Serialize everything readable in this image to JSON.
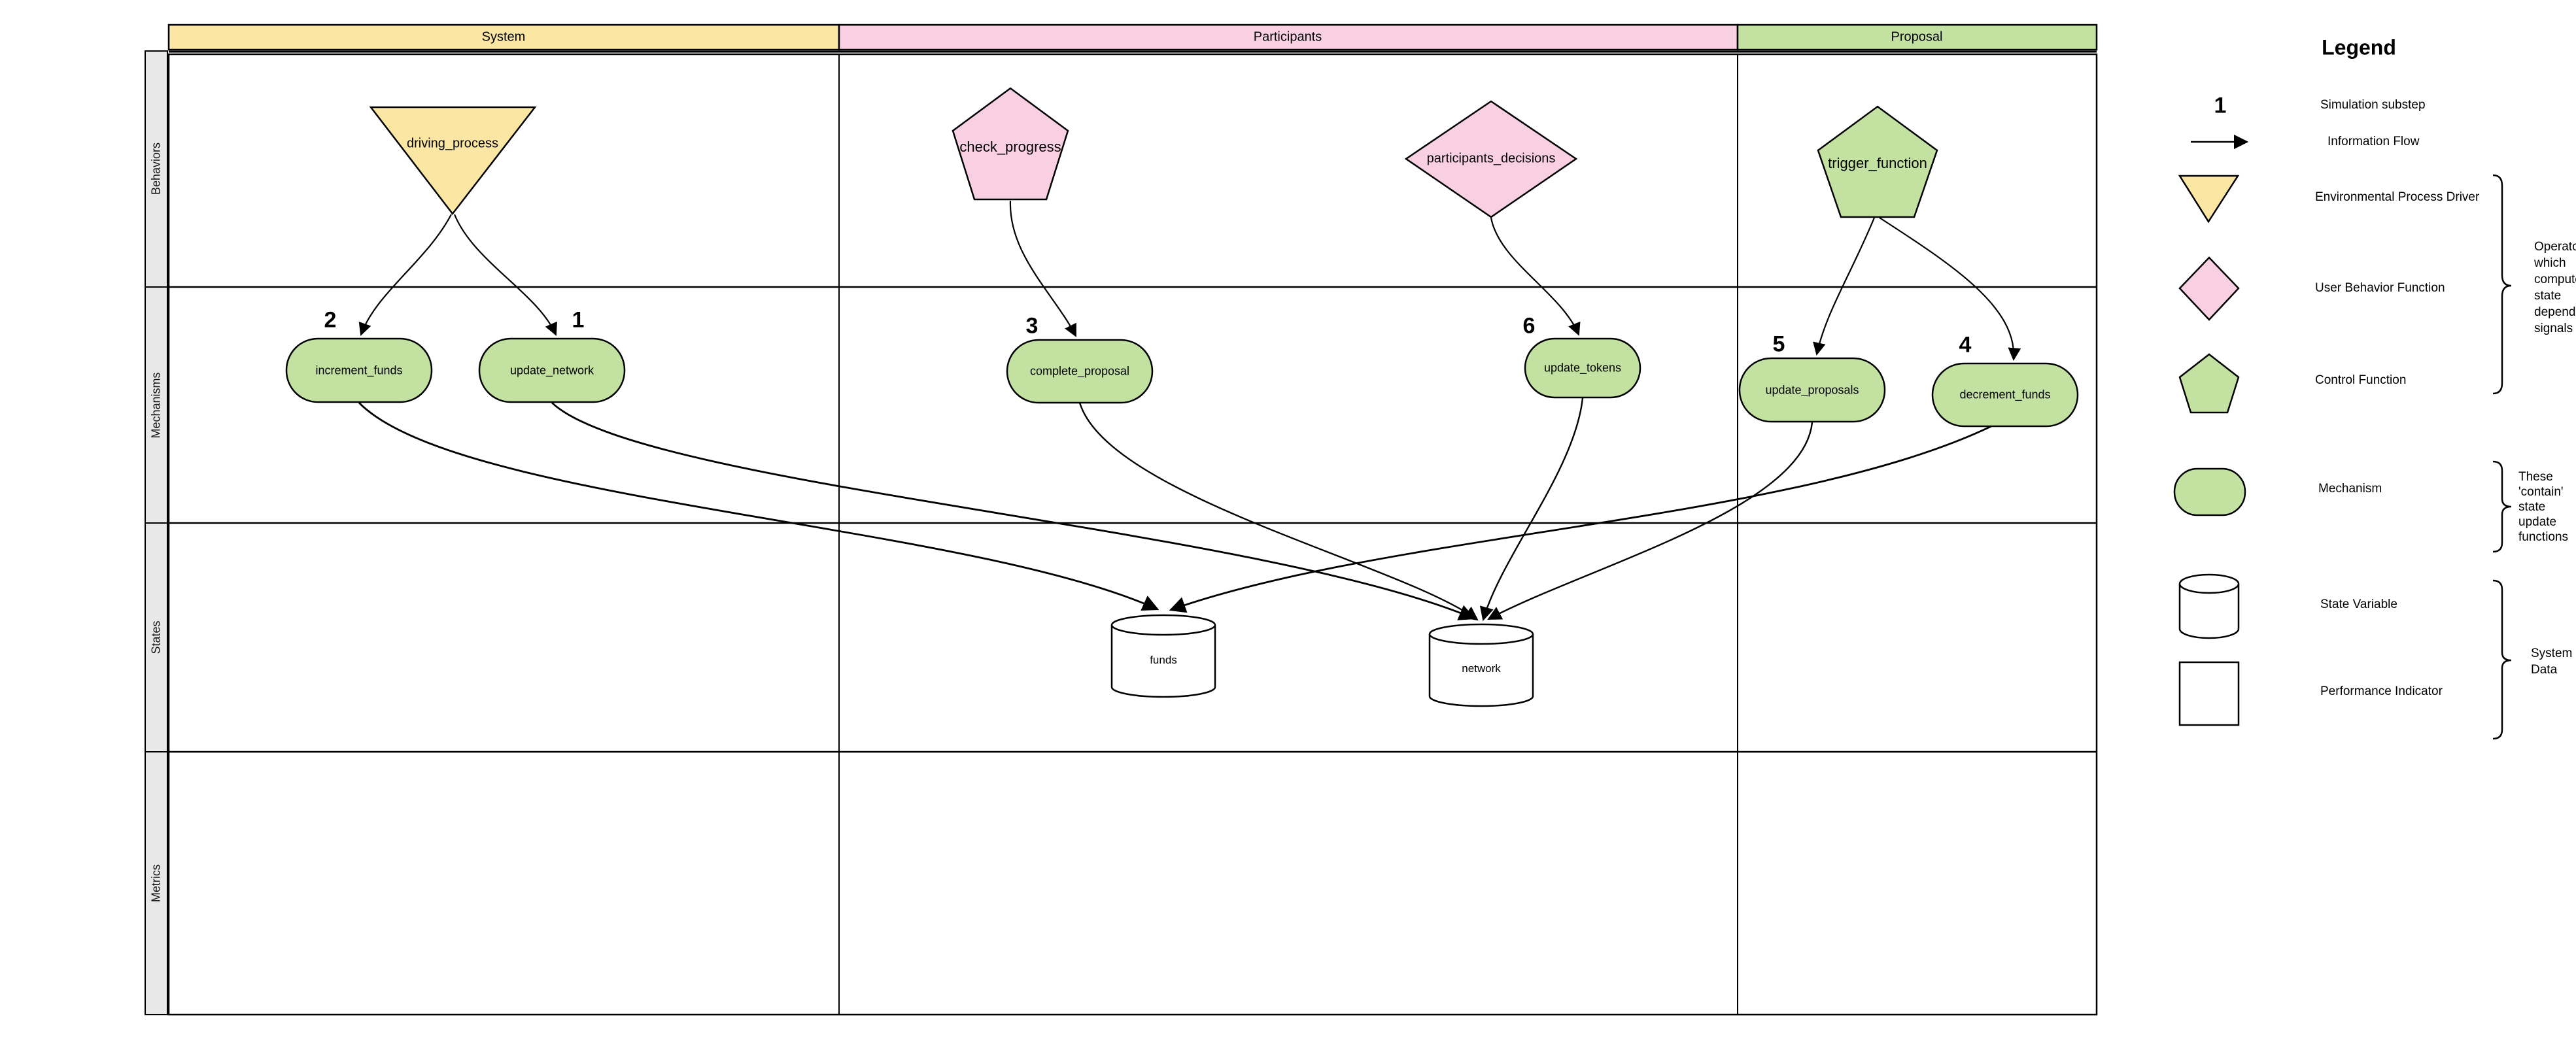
{
  "diagram": {
    "columns": [
      {
        "label": "System",
        "color": "#fbe7a3"
      },
      {
        "label": "Participants",
        "color": "#f8d0e2"
      },
      {
        "label": "Proposal",
        "color": "#c3e2a2"
      }
    ],
    "rows": [
      "Behaviors",
      "Mechanisms",
      "States",
      "Metrics"
    ],
    "behaviors": [
      {
        "label": "driving_process",
        "shape": "triangle-down",
        "color": "#fbe7a3",
        "column": "System"
      },
      {
        "label": "check_progress",
        "shape": "pentagon",
        "color": "#f8d0e2",
        "column": "Participants"
      },
      {
        "label": "participants_decisions",
        "shape": "diamond",
        "color": "#f8d0e2",
        "column": "Participants"
      },
      {
        "label": "trigger_function",
        "shape": "pentagon",
        "color": "#c3e2a2",
        "column": "Proposal"
      }
    ],
    "mechanisms": [
      {
        "label": "increment_funds",
        "substep": "2",
        "column": "System"
      },
      {
        "label": "update_network",
        "substep": "1",
        "column": "System"
      },
      {
        "label": "complete_proposal",
        "substep": "3",
        "column": "Participants"
      },
      {
        "label": "update_tokens",
        "substep": "6",
        "column": "Participants"
      },
      {
        "label": "update_proposals",
        "substep": "5",
        "column": "Proposal"
      },
      {
        "label": "decrement_funds",
        "substep": "4",
        "column": "Proposal"
      }
    ],
    "states": [
      {
        "label": "funds",
        "shape": "cylinder"
      },
      {
        "label": "network",
        "shape": "cylinder"
      }
    ],
    "flows": [
      {
        "from": "driving_process",
        "to": "increment_funds"
      },
      {
        "from": "driving_process",
        "to": "update_network"
      },
      {
        "from": "check_progress",
        "to": "complete_proposal"
      },
      {
        "from": "participants_decisions",
        "to": "update_tokens"
      },
      {
        "from": "trigger_function",
        "to": "update_proposals"
      },
      {
        "from": "trigger_function",
        "to": "decrement_funds"
      },
      {
        "from": "increment_funds",
        "to": "funds"
      },
      {
        "from": "update_network",
        "to": "network"
      },
      {
        "from": "complete_proposal",
        "to": "network"
      },
      {
        "from": "update_tokens",
        "to": "network"
      },
      {
        "from": "update_proposals",
        "to": "network"
      },
      {
        "from": "decrement_funds",
        "to": "funds"
      }
    ]
  },
  "legend": {
    "title": "Legend",
    "substep_symbol": "1",
    "items": [
      {
        "label": "Simulation substep",
        "swatch": "number"
      },
      {
        "label": "Information Flow",
        "swatch": "arrow"
      },
      {
        "label": "Environmental Process Driver",
        "swatch": "yellow-triangle"
      },
      {
        "label": "User Behavior Function",
        "swatch": "pink-diamond"
      },
      {
        "label": "Control Function",
        "swatch": "green-pentagon"
      },
      {
        "label": "Mechanism",
        "swatch": "green-pill"
      },
      {
        "label": "State Variable",
        "swatch": "white-cylinder"
      },
      {
        "label": "Performance Indicator",
        "swatch": "white-square"
      }
    ],
    "annotations": {
      "operators": {
        "lines": [
          "Operato",
          "which",
          "compute",
          "state",
          "depende",
          "signals"
        ]
      },
      "mechanisms": {
        "lines": [
          "These",
          "'contain'",
          "state",
          "update",
          "functions"
        ]
      },
      "system_data": {
        "lines": [
          "System",
          "Data"
        ]
      }
    }
  },
  "colors": {
    "yellow": "#fbe7a3",
    "pink": "#f8d0e2",
    "green": "#c3e2a2",
    "row_label_bg": "#e8e8e8",
    "stroke": "#000000"
  }
}
